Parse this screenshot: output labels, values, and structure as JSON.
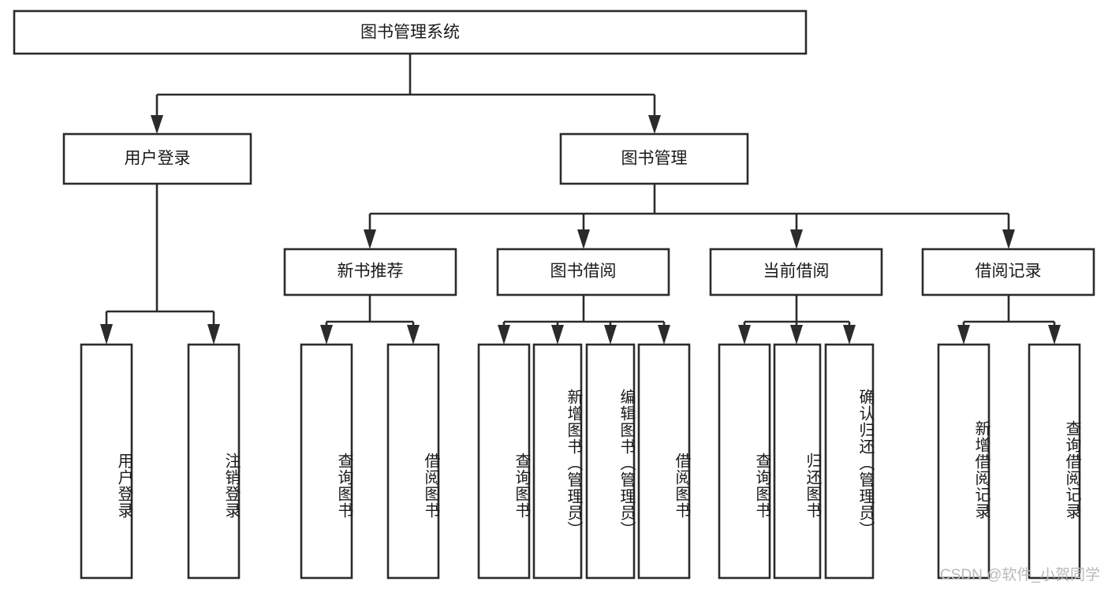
{
  "diagram": {
    "type": "tree",
    "title": "图书管理系统",
    "watermark": "CSDN @软件_小贺同学",
    "root": {
      "label": "图书管理系统"
    },
    "level2": [
      {
        "label": "用户登录"
      },
      {
        "label": "图书管理"
      }
    ],
    "level3": [
      {
        "label": "新书推荐"
      },
      {
        "label": "图书借阅"
      },
      {
        "label": "当前借阅"
      },
      {
        "label": "借阅记录"
      }
    ],
    "leaves": [
      {
        "label": "用户登录"
      },
      {
        "label": "注销登录"
      },
      {
        "label": "查询图书"
      },
      {
        "label": "借阅图书"
      },
      {
        "label": "查询图书"
      },
      {
        "label": "新增图书（管理员）"
      },
      {
        "label": "编辑图书（管理员）"
      },
      {
        "label": "借阅图书"
      },
      {
        "label": "查询图书"
      },
      {
        "label": "归还图书"
      },
      {
        "label": "确认归还（管理员）"
      },
      {
        "label": "新增借阅记录"
      },
      {
        "label": "查询借阅记录"
      }
    ],
    "colors": {
      "stroke": "#2b2b2b",
      "fill": "#ffffff",
      "text": "#1a1a1a",
      "watermark": "#b9b9b9"
    }
  }
}
